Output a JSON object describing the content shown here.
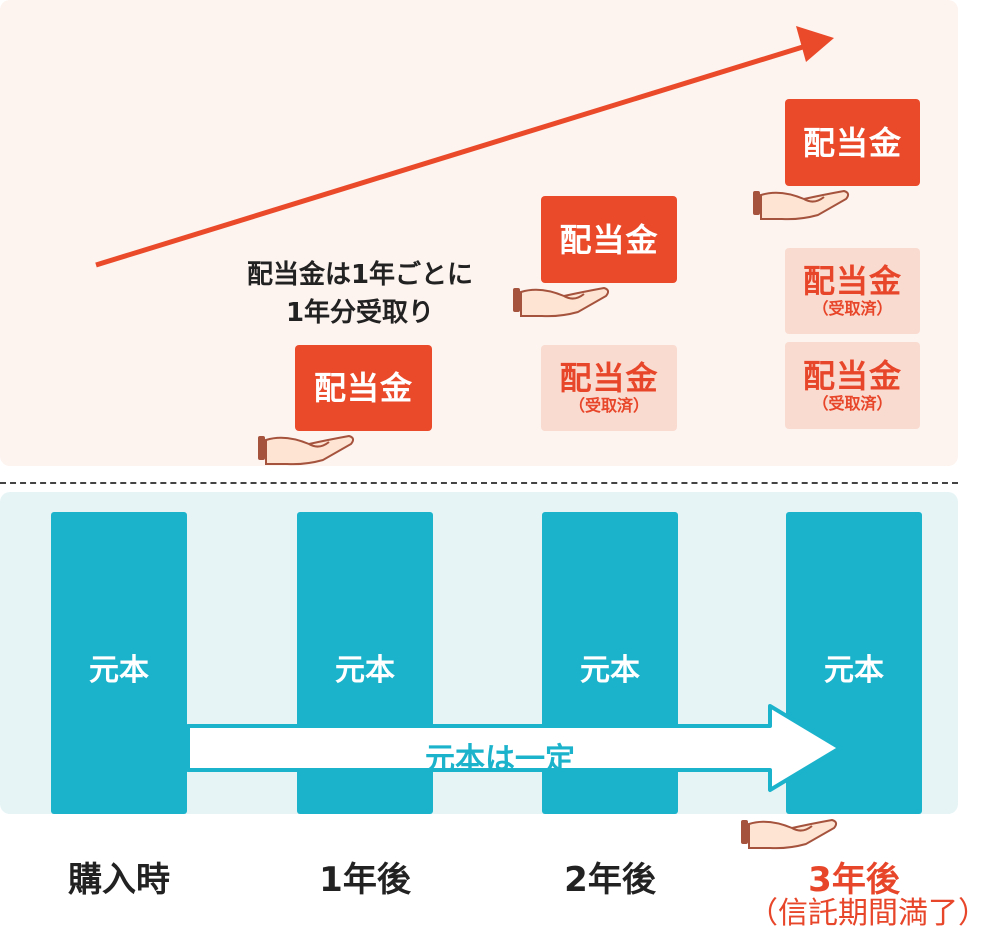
{
  "dividend": {
    "label": "配当金",
    "received_label": "（受取済）",
    "caption_line1": "配当金は1年ごとに",
    "caption_line2": "1年分受取り"
  },
  "principal": {
    "label": "元本",
    "constant_text": "元本は一定"
  },
  "timeline": {
    "purchase": "購入時",
    "year1": "1年後",
    "year2": "2年後",
    "year3": "3年後",
    "year3_note": "（信託期間満了）"
  },
  "colors": {
    "dividend_red": "#ea4a2a",
    "received_pink": "#fadbd0",
    "principal_teal": "#1bb3cc",
    "top_bg": "#fdf3ef",
    "bottom_bg": "#e6f4f6"
  },
  "icons": [
    "hand-icon",
    "trend-arrow-icon",
    "right-arrow-icon"
  ]
}
